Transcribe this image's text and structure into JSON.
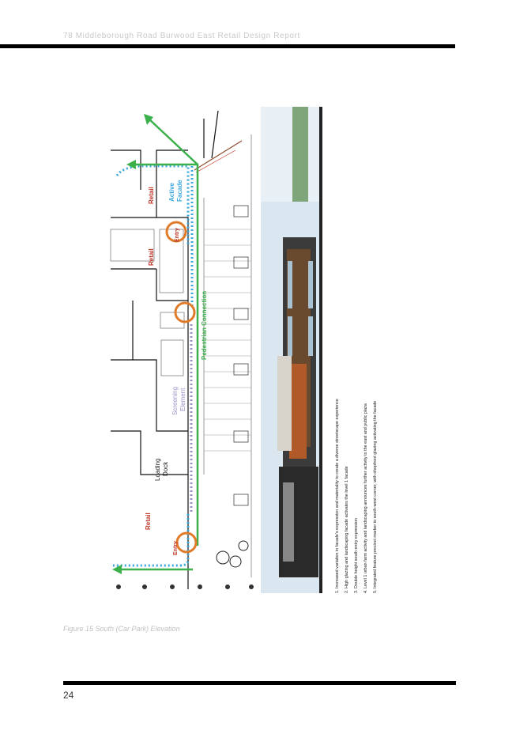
{
  "page": {
    "header_title": "78 Middleborough Road Burwood East Retail Design Report",
    "page_number": "24",
    "figure_caption": "Figure 15 South (Car Park) Elevation"
  },
  "figure": {
    "plan_labels": {
      "retail_top": "Retail",
      "active": "Active",
      "facade": "Facade",
      "entry_top": "Entry",
      "retail_mid": "Retail",
      "pedestrian": "Pedestrian Connection",
      "screening_1": "Screening",
      "screening_2": "Element",
      "loading_1": "Loading",
      "loading_2": "Dock",
      "retail_bottom": "Retail",
      "entry_bottom": "Entry"
    },
    "notes": [
      "1. Increased variation in facade's expression and materiality to create a diverse streetscape experience",
      "2. High glazing and landscaping facade activates the level 1 facade",
      "3. Double height south entry expression",
      "4. Level 1 urban farm activity and landscaping announces further activity to the east and public plaza",
      "5. Integrated feature precinct marker to south-west corner, with shopfront glazing activating the facade"
    ],
    "colors": {
      "retail_text": "#c0392b",
      "green": "#3cb04a",
      "blue_hatch": "#3aa7dc",
      "purple_hatch": "#9b8fc7",
      "orange_ring": "#e07b2a",
      "brown_line": "#8b4a2b"
    }
  }
}
